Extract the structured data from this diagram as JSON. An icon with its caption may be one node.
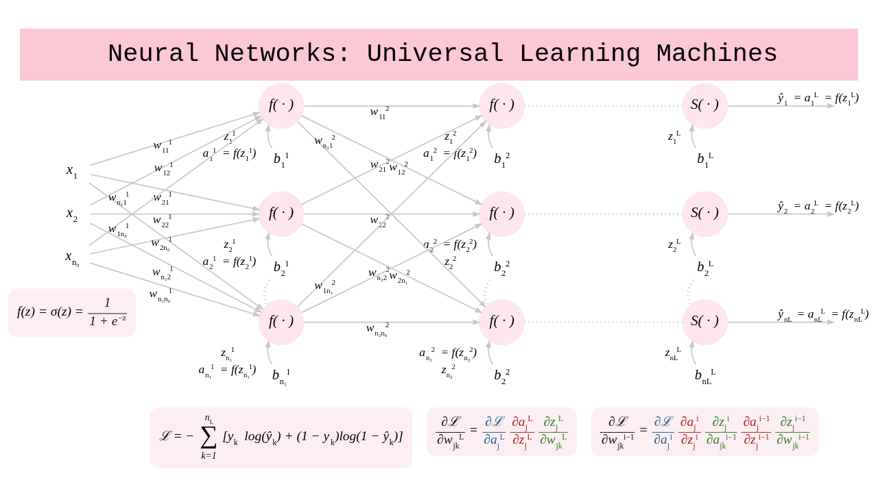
{
  "diagram": {
    "title": "Neural Networks: Universal Learning Machines",
    "nodes": [
      {
        "text": [
          "x$_{1}$"
        ]
      },
      {
        "text": [
          "x$_{2}$"
        ]
      },
      {
        "text": [
          "x$_{n₀}$"
        ]
      },
      {
        "text": [
          "f( · )"
        ],
        "beside": [
          "z$_{1}$$^{1}$",
          "a$_{1}$$^{1}$ = f(z$_{1}$$^{1}$)"
        ]
      },
      {
        "text": [
          "f( · )"
        ],
        "beside": [
          "z$_{2}$$^{1}$",
          "a$_{2}$$^{1}$ = f(z$_{2}$$^{1}$)"
        ]
      },
      {
        "text": [
          "f( · )"
        ],
        "beside": [
          "z$_{n₁}$$^{1}$",
          "a$_{n₁}$$^{1}$ = f(z$_{n₁}$$^{1}$)"
        ]
      },
      {
        "text": [
          "b$_{1}$$^{1}$"
        ]
      },
      {
        "text": [
          "b$_{2}$$^{1}$"
        ]
      },
      {
        "text": [
          "b$_{n₁}$$^{1}$"
        ]
      },
      {
        "text": [
          "f( · )"
        ],
        "beside": [
          "z$_{1}$$^{2}$",
          "a$_{1}$$^{2}$ = f(z$_{1}$$^{2}$)"
        ]
      },
      {
        "text": [
          "f( · )"
        ],
        "beside": [
          "a$_{2}$$^{2}$ = f(z$_{2}$$^{2}$)",
          "z$_{2}$$^{2}$"
        ]
      },
      {
        "text": [
          "f( · )"
        ],
        "beside": [
          "a$_{n₂}$$^{2}$ = f(z$_{n₂}$$^{2}$)",
          "z$_{n₂}$$^{2}$"
        ]
      },
      {
        "text": [
          "b$_{1}$$^{2}$"
        ]
      },
      {
        "text": [
          "b$_{2}$$^{2}$"
        ]
      },
      {
        "text": [
          "b$_{2}$$^{2}$"
        ]
      },
      {
        "text": [
          "S( · )"
        ],
        "beside": [
          "z$_{1}$$^{L}$"
        ]
      },
      {
        "text": [
          "S( · )"
        ],
        "beside": [
          "z$_{2}$$^{L}$"
        ]
      },
      {
        "text": [
          "S( · )"
        ],
        "beside": [
          "z$_{nL}$$^{L}$"
        ]
      },
      {
        "text": [
          "b$_{1}$$^{L}$"
        ]
      },
      {
        "text": [
          "b$_{2}$$^{L}$"
        ]
      },
      {
        "text": [
          "b$_{nL}$$^{L}$"
        ]
      },
      {
        "text": [
          "f(z) = σ(z) =",
          "1",
          "1 + e$^{−z}$"
        ]
      },
      {
        "text": [
          "ℒ = −",
          "n$_{L}$",
          "∑",
          "k=1",
          "[y$_{k}$ log(ŷ$_{k}$) + (1 − y$_{k}$)log(1 − ŷ$_{k}$)]"
        ]
      },
      {
        "text": [
          "∂ℒ",
          "∂w$_{jk}$$^{L}$",
          "=",
          "∂ℒ",
          "∂a$_{j}$$^{L}$",
          "∂a$_{j}$$^{L}$",
          "∂z$_{j}$$^{L}$",
          "∂z$_{j}$$^{L}$",
          "∂w$_{jk}$$^{L}$"
        ]
      },
      {
        "text": [
          "∂ℒ",
          "∂w$_{jk}$$^{i−1}$",
          "=",
          "∂ℒ",
          "∂a$_{j}$$^{i}$",
          "∂a$_{j}$$^{i}$",
          "∂z$_{j}$$^{i}$",
          "∂z$_{j}$$^{i}$",
          "∂a$_{jk}$$^{i−1}$",
          "∂a$_{j}$$^{i−1}$",
          "∂z$_{j}$$^{i−1}$",
          "∂z$_{j}$$^{i−1}$",
          "∂w$_{jk}$$^{i−1}$"
        ]
      }
    ],
    "edges": [
      {
        "from": 0,
        "to": 3,
        "arrow": "to",
        "label": "w$_{11}$$^{1}$"
      },
      {
        "from": 0,
        "to": 4,
        "arrow": "to",
        "label": "w$_{21}$$^{1}$"
      },
      {
        "from": 0,
        "to": 5,
        "arrow": "to",
        "label": "w$_{n₁1}$$^{1}$"
      },
      {
        "from": 1,
        "to": 3,
        "arrow": "to",
        "label": "w$_{12}$$^{1}$"
      },
      {
        "from": 1,
        "to": 4,
        "arrow": "to",
        "label": "w$_{22}$$^{1}$"
      },
      {
        "from": 1,
        "to": 5,
        "arrow": "to",
        "label": "w$_{n₁2}$$^{1}$"
      },
      {
        "from": 2,
        "to": 3,
        "arrow": "to",
        "label": "w$_{1n₀}$$^{1}$"
      },
      {
        "from": 2,
        "to": 4,
        "arrow": "to",
        "label": "w$_{2n₀}$$^{1}$"
      },
      {
        "from": 2,
        "to": 5,
        "arrow": "to",
        "label": "w$_{n₁n₀}$$^{1}$"
      },
      {
        "from": 6,
        "to": 3,
        "arrow": "to"
      },
      {
        "from": 7,
        "to": 4,
        "arrow": "to"
      },
      {
        "from": 8,
        "to": 5,
        "arrow": "to"
      },
      {
        "from": 3,
        "to": 9,
        "arrow": "to",
        "label": "w$_{11}$$^{2}$"
      },
      {
        "from": 3,
        "to": 10,
        "arrow": "to",
        "label": "w$_{21}$$^{2}$"
      },
      {
        "from": 3,
        "to": 11,
        "arrow": "to",
        "label": "w$_{n₂1}$$^{2}$"
      },
      {
        "from": 4,
        "to": 9,
        "arrow": "to",
        "label": "w$_{12}$$^{2}$"
      },
      {
        "from": 4,
        "to": 10,
        "arrow": "to",
        "label": "w$_{22}$$^{2}$"
      },
      {
        "from": 4,
        "to": 11,
        "arrow": "to",
        "label": "w$_{n₂2}$$^{2}$"
      },
      {
        "from": 5,
        "to": 9,
        "arrow": "to",
        "label": "w$_{1n₁}$$^{2}$"
      },
      {
        "from": 5,
        "to": 10,
        "arrow": "to",
        "label": "w$_{2n₁}$$^{2}$"
      },
      {
        "from": 5,
        "to": 11,
        "arrow": "to",
        "label": "w$_{n₂n₀}$$^{2}$"
      },
      {
        "from": 12,
        "to": 9,
        "arrow": "to"
      },
      {
        "from": 13,
        "to": 10,
        "arrow": "to"
      },
      {
        "from": 14,
        "to": 11,
        "arrow": "to"
      },
      {
        "from": 9,
        "to": 15,
        "arrow": "none",
        "style": "dashed"
      },
      {
        "from": 10,
        "to": 16,
        "arrow": "none",
        "style": "dashed"
      },
      {
        "from": 11,
        "to": 17,
        "arrow": "none",
        "style": "dashed"
      },
      {
        "from": 18,
        "to": 15,
        "arrow": "to"
      },
      {
        "from": 19,
        "to": 16,
        "arrow": "to"
      },
      {
        "from": 20,
        "to": 17,
        "arrow": "to"
      },
      {
        "from": 15,
        "to": null,
        "arrow": "to",
        "label": "ŷ$_{1}$ = a$_{1}$$^{L}$ = f(z$_{1}$$^{L}$)"
      },
      {
        "from": 16,
        "to": null,
        "arrow": "to",
        "label": "ŷ$_{2}$ = a$_{2}$$^{L}$ = f(z$_{2}$$^{L}$)"
      },
      {
        "from": 17,
        "to": null,
        "arrow": "to",
        "label": "ŷ$_{nL}$ = a$_{nL}$$^{L}$ = f(z$_{nL}$$^{L}$)"
      },
      {
        "from": 7,
        "to": 5,
        "arrow": "none",
        "style": "dashed"
      },
      {
        "from": 13,
        "to": 11,
        "arrow": "none",
        "style": "dashed"
      },
      {
        "from": 19,
        "to": 17,
        "arrow": "none",
        "style": "dashed"
      }
    ]
  }
}
